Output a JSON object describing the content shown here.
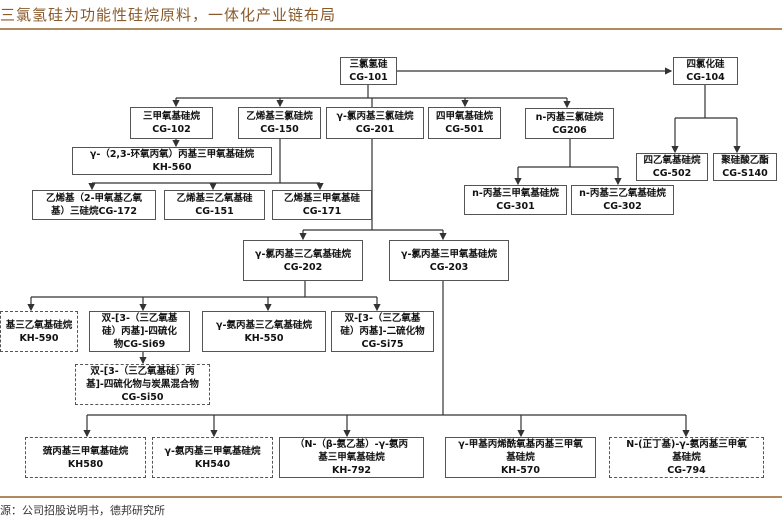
{
  "title": "三氯氢硅为功能性硅烷原料，一体化产业链布局",
  "source": "源：公司招股说明书，德邦研究所",
  "nodes": {
    "cg101": "三氯氢硅\nCG-101",
    "cg104": "四氯化硅\nCG-104",
    "cg102": "三甲氧基硅烷\nCG-102",
    "cg150": "乙烯基三氯硅烷\nCG-150",
    "cg201": "γ-氯丙基三氯硅烷\nCG-201",
    "cg501": "四甲氧基硅烷\nCG-501",
    "cg206": "n-丙基三氯硅烷\nCG206",
    "kh560": "γ-（2,3-环氧丙氧）丙基三甲氧基硅烷\nKH-560",
    "cg172": "乙烯基（2-甲氧基乙氧\n基）三硅烷CG-172",
    "cg151": "乙烯基三乙氧基硅\nCG-151",
    "cg171": "乙烯基三甲氧基硅\nCG-171",
    "cg502": "四乙氧基硅烷\nCG-502",
    "cgs140": "聚硅酸乙酯\nCG-S140",
    "cg301": "n-丙基三甲氧基硅烷\nCG-301",
    "cg302": "n-丙基三乙氧基硅烷\nCG-302",
    "cg202": "γ-氯丙基三乙氧基硅烷\nCG-202",
    "cg203": "γ-氯丙基三甲氧基硅烷\nCG-203",
    "kh590": "基三乙氧基硅烷\nKH-590",
    "cgs169": "双-[3-（三乙氧基\n硅）丙基]-四硫化\n物CG-Si69",
    "kh550": "γ-氨丙基三乙氧基硅烷\nKH-550",
    "cgs175": "双-[3-（三乙氧基\n硅）丙基]-二硫化物\nCG-Si75",
    "cgs150": "双-[3-（三乙氧基硅）丙\n基]-四硫化物与炭黑混合物\nCG-Si50",
    "kh580": "巯丙基三甲氧基硅烷\nKH580",
    "kh540": "γ-氨丙基三甲氧基硅烷\nKH540",
    "kh792": "（N-（β-氨乙基）-γ-氨丙\n基三甲氧基硅烷\nKH-792",
    "kh570": "γ-甲基丙烯酰氧基丙基三甲氧\n基硅烷\nKH-570",
    "cg794": "N-(正丁基)-γ-氨丙基三甲氧\n基硅烷\nCG-794"
  }
}
